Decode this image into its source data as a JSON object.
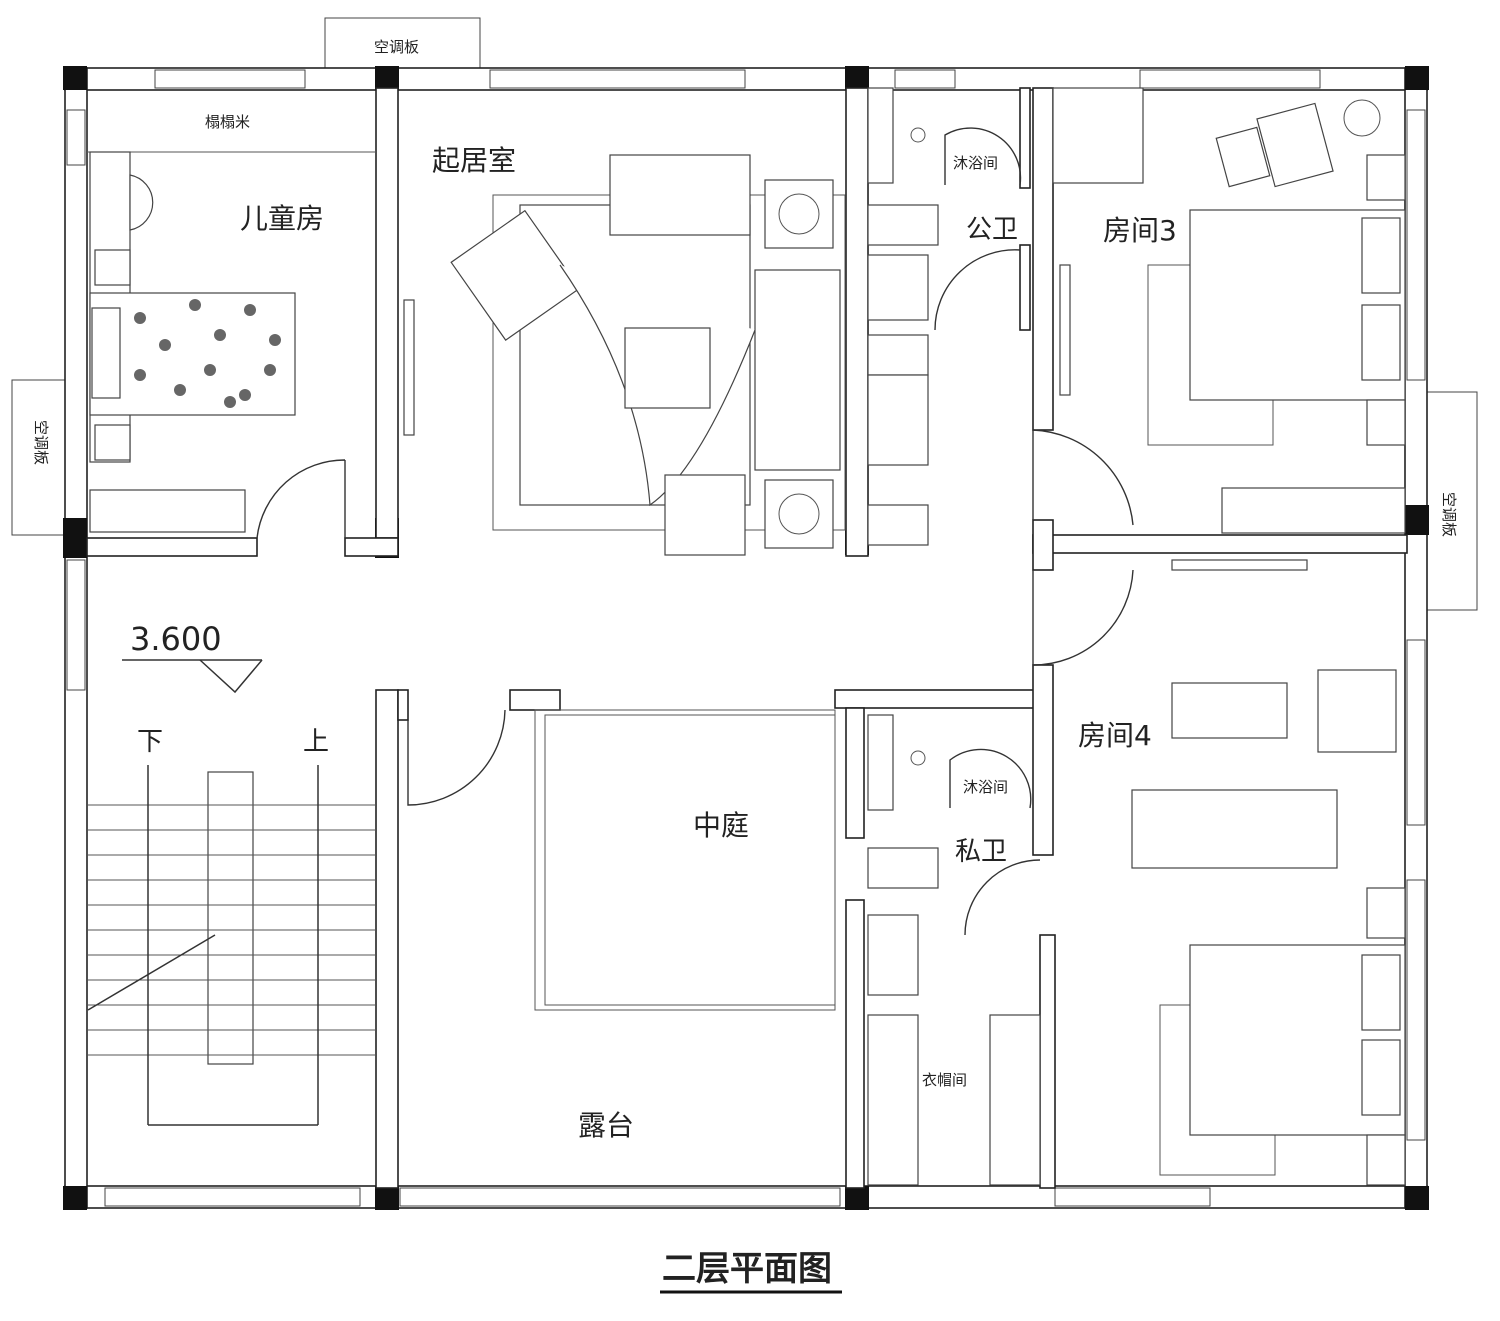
{
  "title": "二层平面图",
  "elevation": "3.600",
  "stairs": {
    "down": "下",
    "up": "上"
  },
  "rooms": {
    "kids_room": "儿童房",
    "tatami": "榻榻米",
    "living_room": "起居室",
    "shower_1": "沐浴间",
    "public_bath": "公卫",
    "room3": "房间3",
    "room4": "房间4",
    "shower_2": "沐浴间",
    "private_bath": "私卫",
    "courtyard": "中庭",
    "terrace": "露台",
    "wardrobe": "衣帽间"
  },
  "ac_panels": {
    "top": "空调板",
    "left": "空调板",
    "right": "空调板"
  }
}
